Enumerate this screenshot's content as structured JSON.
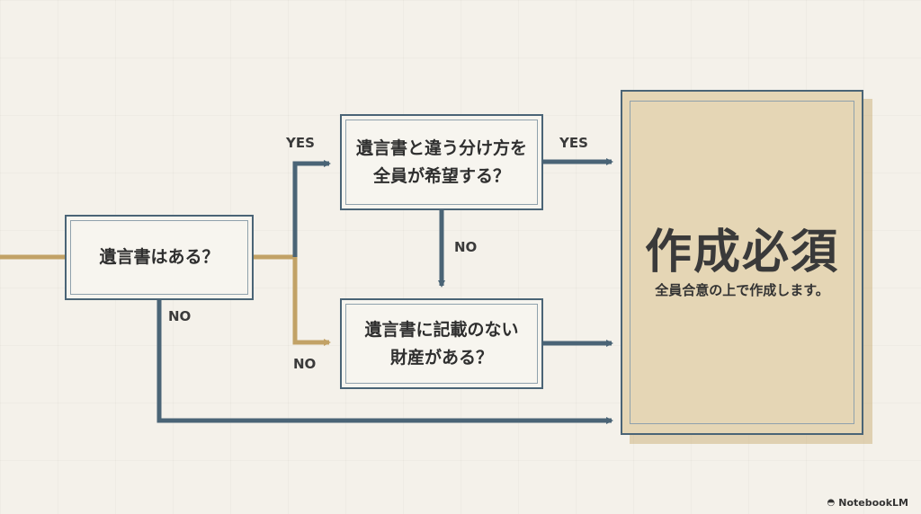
{
  "nodes": {
    "q1": "遺言書はある？",
    "q2": "遺言書と違う分け方を\n全員が希望する？",
    "q3": "遺言書に記載のない\n財産がある？"
  },
  "edges": {
    "q1_yes": "YES",
    "q1_no_up": "NO",
    "q1_no_down": "NO",
    "q2_yes": "YES",
    "q2_no": "NO"
  },
  "result": {
    "title": "作成必須",
    "subtitle": "全員合意の上で作成します。"
  },
  "colors": {
    "primary_line": "#4a6476",
    "accent_line": "#c2a266",
    "result_fill": "#e5d6b5",
    "background": "#f4f1ea"
  },
  "watermark": "NotebookLM"
}
